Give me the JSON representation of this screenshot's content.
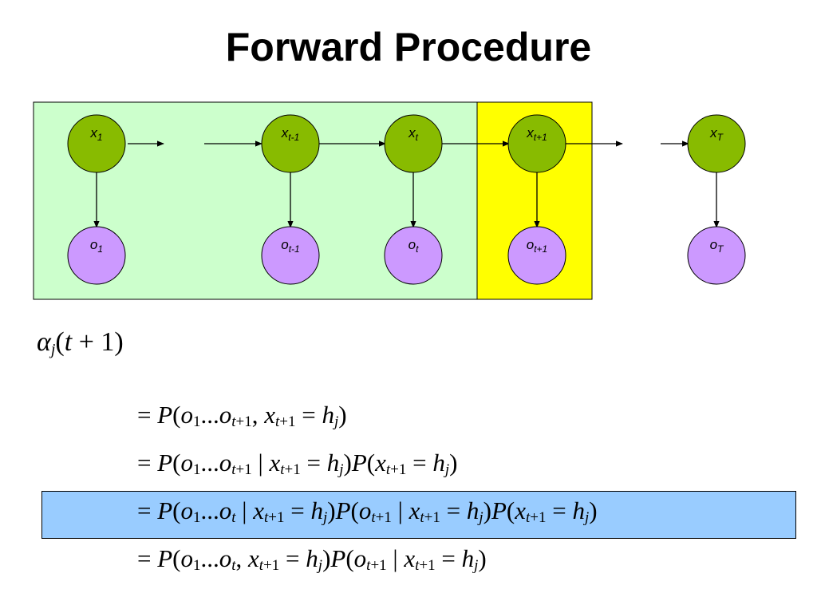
{
  "title": "Forward Procedure",
  "colors": {
    "past_region": "#ccffcc",
    "current_region": "#ffff00",
    "hidden_node": "#88bb00",
    "observed_node": "#cc99ff",
    "highlight": "#99ccff"
  },
  "hidden_nodes": [
    {
      "label": "x",
      "sub": "1"
    },
    {
      "label": "x",
      "sub": "t-1"
    },
    {
      "label": "x",
      "sub": "t"
    },
    {
      "label": "x",
      "sub": "t+1"
    },
    {
      "label": "x",
      "sub": "T"
    }
  ],
  "observed_nodes": [
    {
      "label": "o",
      "sub": "1"
    },
    {
      "label": "o",
      "sub": "t-1"
    },
    {
      "label": "o",
      "sub": "t"
    },
    {
      "label": "o",
      "sub": "t+1"
    },
    {
      "label": "o",
      "sub": "T"
    }
  ],
  "lhs": "α_j(t+1)",
  "equations": [
    "= P(o_1...o_{t+1}, x_{t+1} = h_j)",
    "= P(o_1...o_{t+1} | x_{t+1} = h_j)P(x_{t+1} = h_j)",
    "= P(o_1...o_t | x_{t+1} = h_j)P(o_{t+1} | x_{t+1} = h_j)P(x_{t+1} = h_j)",
    "= P(o_1...o_t, x_{t+1} = h_j)P(o_{t+1} | x_{t+1} = h_j)"
  ]
}
